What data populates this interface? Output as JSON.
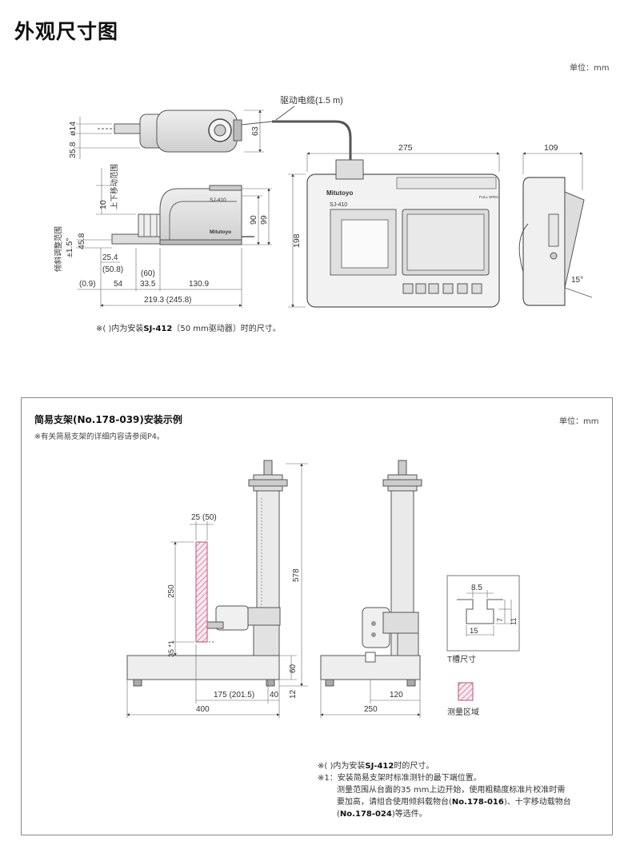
{
  "page": {
    "title": "外观尺寸图",
    "unit": "单位：mm"
  },
  "top": {
    "labels": {
      "cable": "驱动电缆(1.5 m)",
      "d_phi14": "ø14",
      "d_35_8": "35.8",
      "d_63": "63",
      "d_275": "275",
      "d_109": "109",
      "d_10": "10",
      "updown": "上下移动范围",
      "d_90": "90",
      "d_99": "99",
      "d_198": "198",
      "tilt": "倾斜调整范围",
      "d_pm15": "±1.5°",
      "d_45_8": "45.8",
      "d_25_4": "25.4",
      "d_50_8": "(50.8)",
      "d_60p": "(60)",
      "d_0_9": "(0.9)",
      "d_54": "54",
      "d_33_5": "33.5",
      "d_130_9": "130.9",
      "d_219": "219.3 (245.8)",
      "d_15deg": "15°",
      "brand": "Mitutoyo",
      "model": "SJ-410",
      "fullspec": "FULL SPEC"
    },
    "note_prefix": "※(   )内为安装",
    "note_model": "SJ-412",
    "note_suffix": "〔50 mm驱动器〕时的尺寸。"
  },
  "stand": {
    "title": "简易支架(No.178-039)安装示例",
    "unit": "单位：mm",
    "subnote": "※有关简易支架的详细内容请参阅P4。",
    "labels": {
      "d_25_50": "25 (50)",
      "d_250v": "250",
      "d_578": "578",
      "d_35": "35 *1",
      "d_60": "60",
      "d_12": "12",
      "d_175": "175 (201.5)",
      "d_40": "40",
      "d_400": "400",
      "d_120": "120",
      "d_250h": "250",
      "d_8_5": "8.5",
      "d_7": "7",
      "d_11": "11",
      "d_15": "15",
      "tslot": "T槽尺寸",
      "area": "测量区域"
    },
    "notes": {
      "n1_prefix": "※(   )内为安装",
      "n1_model": "SJ-412",
      "n1_suffix": "时的尺寸。",
      "n2_line1": "※1：安装简易支架时标准测针的最下端位置。",
      "n2_line2": "测量范围从台面的35 mm上边开始，使用粗糙度标准片校准时需",
      "n2_line3a": "要加高，请组合使用倾斜载物台(",
      "n2_model1": "No.178-016",
      "n2_line3b": ")、十字移动载物台",
      "n2_line4a": "(",
      "n2_model2": "No.178-024",
      "n2_line4b": ")等选件。"
    }
  }
}
